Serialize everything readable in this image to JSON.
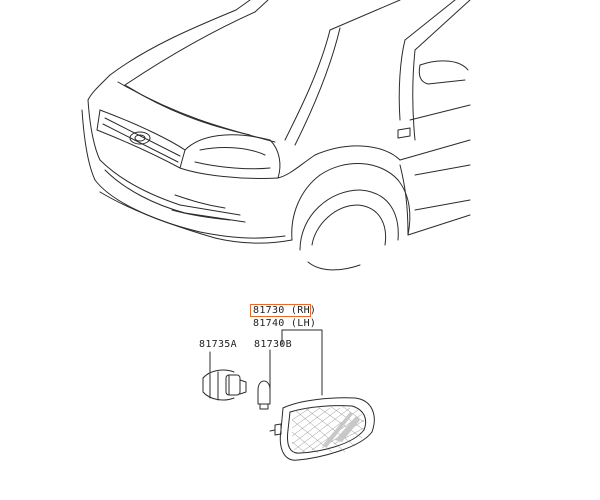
{
  "parts": {
    "lamp_rh": "81730 (RH)",
    "lamp_lh": "81740 (LH)",
    "socket": "81735A",
    "bulb": "81730B"
  },
  "colors": {
    "line": "#2b2b2b",
    "highlight": "#e8692c",
    "background": "#ffffff"
  },
  "icons": [
    "car-front-illustration",
    "bulb-socket-icon",
    "bulb-icon",
    "side-marker-lamp-icon"
  ]
}
